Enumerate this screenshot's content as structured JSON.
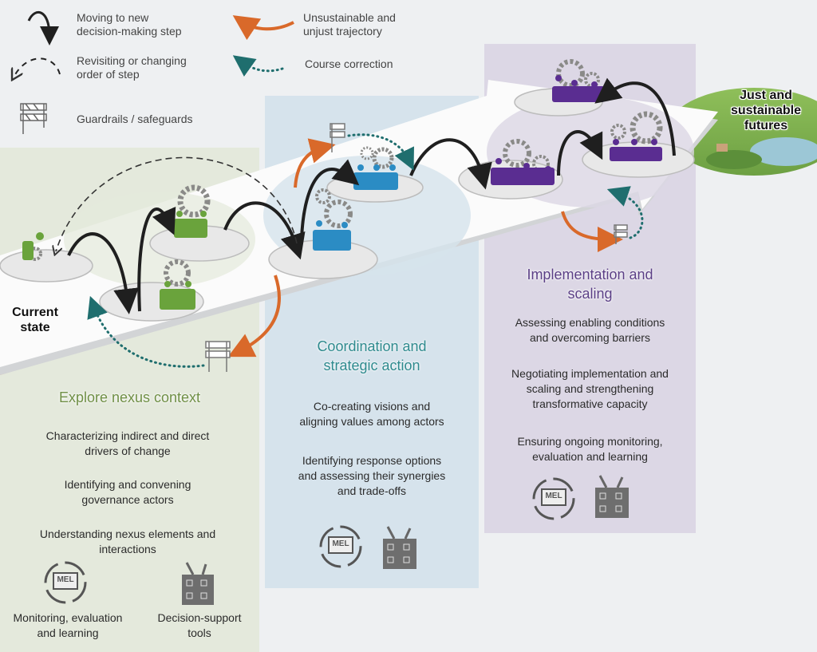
{
  "legend": {
    "items": [
      {
        "icon": "curved-solid-arrow-icon",
        "label_line1": "Moving to new",
        "label_line2": "decision-making step"
      },
      {
        "icon": "dashed-arrow-icon",
        "label_line1": "Revisiting or changing",
        "label_line2": "order of step"
      },
      {
        "icon": "barrier-icon",
        "label_line1": "Guardrails / safeguards",
        "label_line2": ""
      },
      {
        "icon": "orange-arrow-icon",
        "label_line1": "Unsustainable and",
        "label_line2": "unjust trajectory"
      },
      {
        "icon": "dotted-arrow-icon",
        "label_line1": "Course correction",
        "label_line2": ""
      }
    ]
  },
  "endpoints": {
    "start_line1": "Current",
    "start_line2": "state",
    "end_line1": "Just and",
    "end_line2": "sustainable",
    "end_line3": "futures"
  },
  "stages": [
    {
      "title_line1": "Explore nexus context",
      "title_line2": "",
      "color": "#6f8f45",
      "panel_color": "#e4e9dc",
      "figure_color": "#6aa33c",
      "items": [
        {
          "line1": "Characterizing indirect and direct",
          "line2": "drivers of change",
          "line3": ""
        },
        {
          "line1": "Identifying and convening",
          "line2": "governance actors",
          "line3": ""
        },
        {
          "line1": "Understanding nexus elements and",
          "line2": "interactions",
          "line3": ""
        }
      ],
      "tools": {
        "mel_label": "MEL",
        "mel_caption_line1": "Monitoring, evaluation",
        "mel_caption_line2": "and learning",
        "dst_caption_line1": "Decision-support",
        "dst_caption_line2": "tools"
      }
    },
    {
      "title_line1": "Coordination and",
      "title_line2": "strategic action",
      "color": "#2e8a8e",
      "panel_color": "#d6e3ec",
      "figure_color": "#2b8cc4",
      "items": [
        {
          "line1": "Co-creating visions and",
          "line2": "aligning values among actors",
          "line3": ""
        },
        {
          "line1": "Identifying response options",
          "line2": "and assessing their synergies",
          "line3": "and trade-offs"
        }
      ],
      "tools": {
        "mel_label": "MEL"
      }
    },
    {
      "title_line1": "Implementation and",
      "title_line2": "scaling",
      "color": "#5b3f86",
      "panel_color": "#dcd7e5",
      "figure_color": "#5a2d91",
      "items": [
        {
          "line1": "Assessing enabling conditions",
          "line2": "and overcoming barriers",
          "line3": ""
        },
        {
          "line1": "Negotiating implementation and",
          "line2": "scaling and strengthening",
          "line3": "transformative capacity"
        },
        {
          "line1": "Ensuring ongoing monitoring,",
          "line2": "evaluation and learning",
          "line3": ""
        }
      ],
      "tools": {
        "mel_label": "MEL"
      }
    }
  ],
  "colors": {
    "background": "#eef0f2",
    "arrow_dark": "#1f1f1f",
    "trajectory_orange": "#d9692a",
    "correction_teal": "#1f6e6e",
    "gear_gray": "#8a8a88",
    "current_state_fill": "#c86a3a"
  }
}
